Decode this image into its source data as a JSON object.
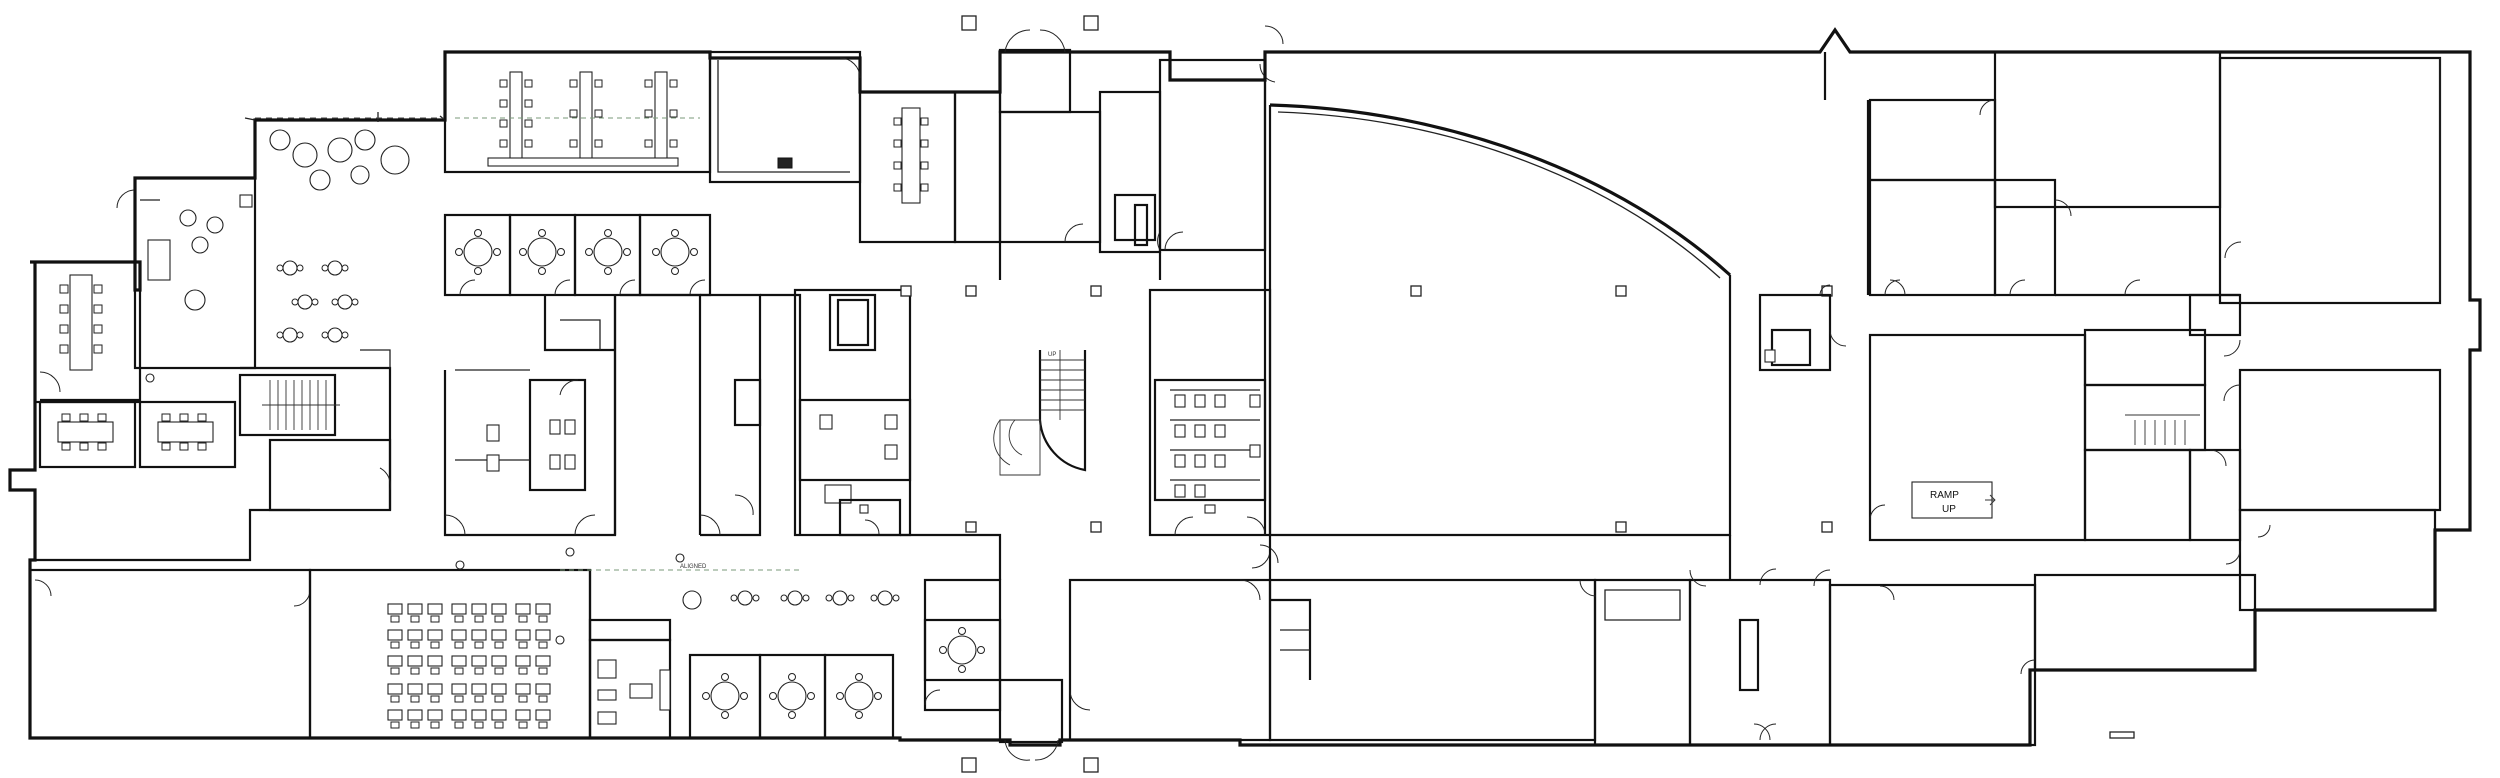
{
  "floor_plan": {
    "ramp_sign": {
      "line1": "RAMP",
      "line2": "UP"
    },
    "stair_marker": "UP",
    "alignment_note": "ALIGNED"
  }
}
